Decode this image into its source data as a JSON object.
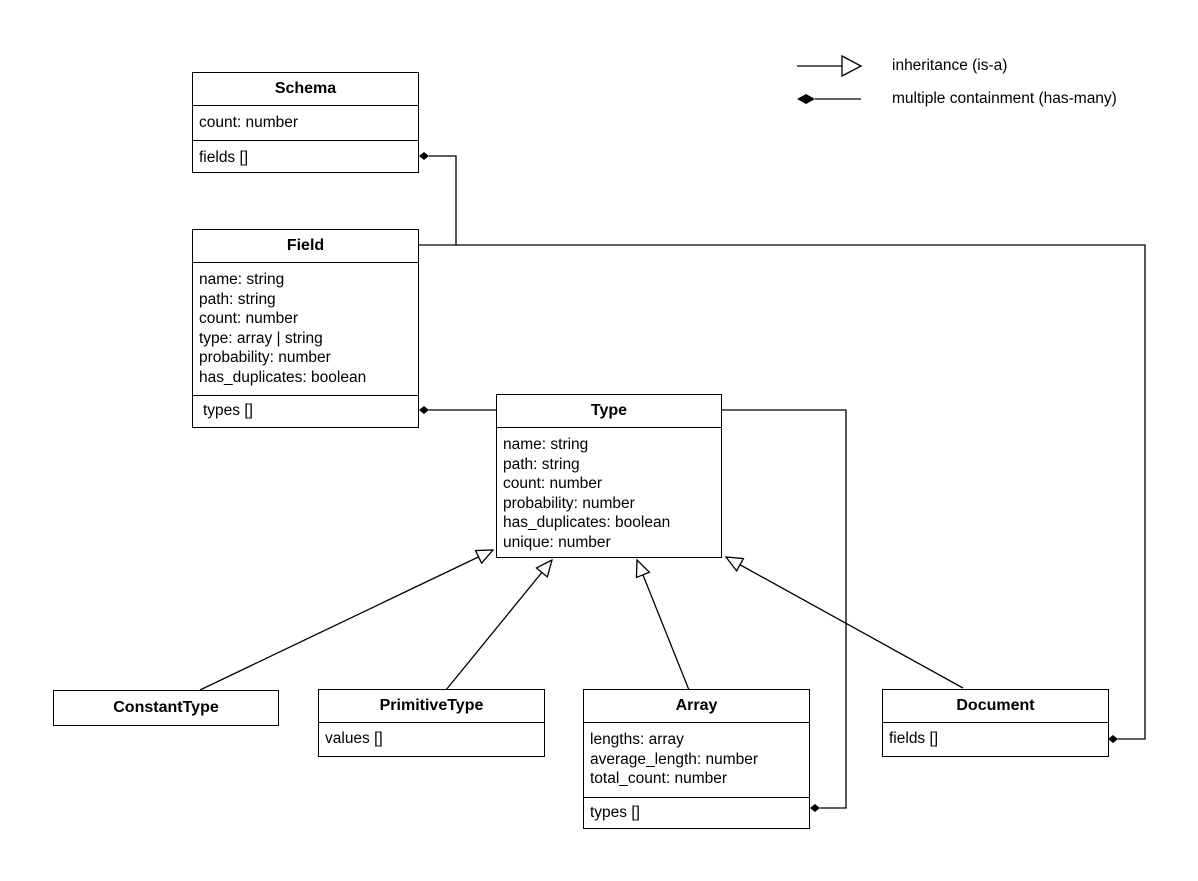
{
  "legend": {
    "inheritance": "inheritance (is-a)",
    "containment": "multiple containment (has-many)"
  },
  "classes": {
    "schema": {
      "name": "Schema",
      "attributes": [
        "count: number"
      ],
      "relations": [
        "fields []"
      ]
    },
    "field": {
      "name": "Field",
      "attributes": [
        "name: string",
        "path: string",
        "count: number",
        "type: array | string",
        "probability: number",
        "has_duplicates: boolean"
      ],
      "relations": [
        "types []"
      ]
    },
    "type": {
      "name": "Type",
      "attributes": [
        "name: string",
        "path: string",
        "count: number",
        "probability: number",
        "has_duplicates: boolean",
        "unique: number"
      ]
    },
    "constant_type": {
      "name": "ConstantType"
    },
    "primitive_type": {
      "name": "PrimitiveType",
      "relations": [
        "values []"
      ]
    },
    "array": {
      "name": "Array",
      "attributes": [
        "lengths: array",
        "average_length: number",
        "total_count: number"
      ],
      "relations": [
        "types []"
      ]
    },
    "document": {
      "name": "Document",
      "relations": [
        "fields []"
      ]
    }
  }
}
